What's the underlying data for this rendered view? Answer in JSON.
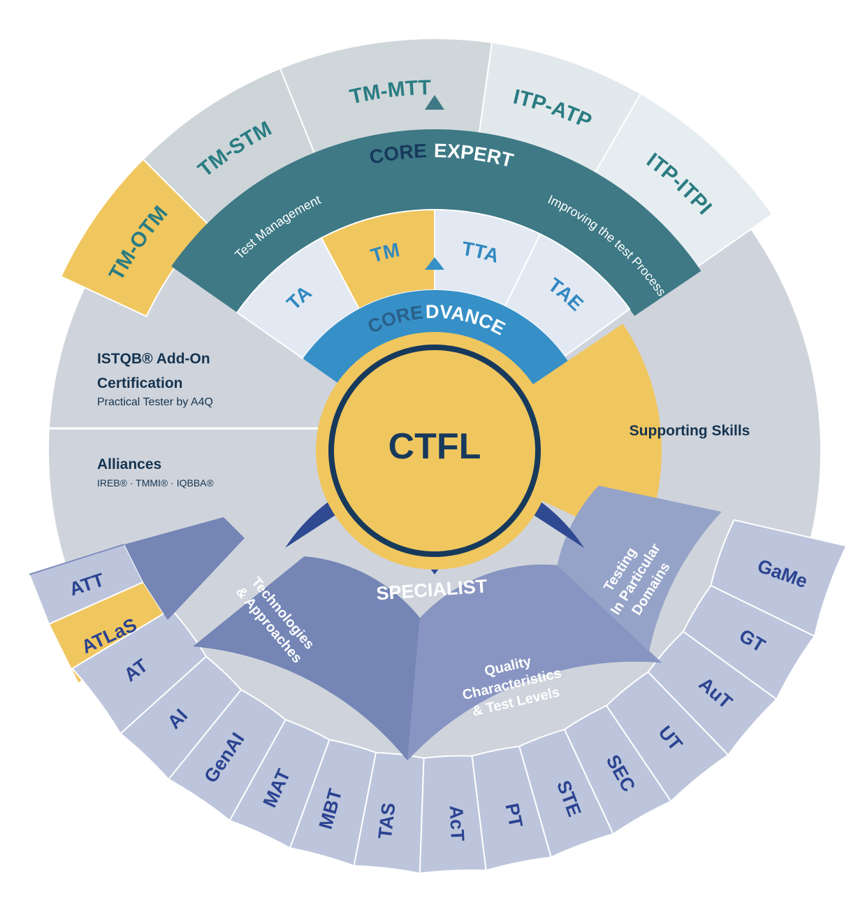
{
  "center": {
    "label": "CTFL"
  },
  "core_advanced": {
    "word_core": "CORE",
    "word_level": "ADVANCED",
    "modules": [
      {
        "key": "TA",
        "label": "TA"
      },
      {
        "key": "TM",
        "label": "TM"
      },
      {
        "key": "TTA",
        "label": "TTA"
      },
      {
        "key": "TAE",
        "label": "TAE"
      }
    ]
  },
  "core_expert": {
    "word_core": "CORE",
    "word_level": "EXPERT",
    "areas": [
      {
        "key": "tm",
        "label": "Test Management"
      },
      {
        "key": "itp",
        "label": "Improving the test Process"
      }
    ],
    "modules": [
      {
        "key": "TM-OTM",
        "label": "TM-OTM"
      },
      {
        "key": "TM-STM",
        "label": "TM-STM"
      },
      {
        "key": "TM-MTT",
        "label": "TM-MTT"
      },
      {
        "key": "ITP-ATP",
        "label": "ITP-ATP"
      },
      {
        "key": "ITP-ITPI",
        "label": "ITP-ITPI"
      }
    ]
  },
  "supporting": {
    "label": "Supporting Skills"
  },
  "addon": {
    "title_line1": "ISTQB® Add-On",
    "title_line2": "Certification",
    "subtitle": "Practical Tester by A4Q"
  },
  "alliances": {
    "title": "Alliances",
    "subtitle": "IREB® · TMMI® · IQBBA®"
  },
  "specialist": {
    "label": "SPECIALIST",
    "categories": [
      {
        "key": "tech",
        "lines": [
          "Technologies",
          "& Approaches"
        ]
      },
      {
        "key": "qc",
        "lines": [
          "Quality",
          "Characteristics",
          "& Test Levels"
        ]
      },
      {
        "key": "dom",
        "lines": [
          "Testing",
          "In Particular",
          "Domains"
        ]
      }
    ],
    "modules": [
      {
        "key": "ATT",
        "label": "ATT"
      },
      {
        "key": "ATLaS",
        "label": "ATLaS"
      },
      {
        "key": "AT",
        "label": "AT"
      },
      {
        "key": "AI",
        "label": "AI"
      },
      {
        "key": "GenAI",
        "label": "GenAI"
      },
      {
        "key": "MAT",
        "label": "MAT"
      },
      {
        "key": "MBT",
        "label": "MBT"
      },
      {
        "key": "TAS",
        "label": "TAS"
      },
      {
        "key": "AcT",
        "label": "AcT"
      },
      {
        "key": "PT",
        "label": "PT"
      },
      {
        "key": "STE",
        "label": "STE"
      },
      {
        "key": "SEC",
        "label": "SEC"
      },
      {
        "key": "UT",
        "label": "UT"
      },
      {
        "key": "AuT",
        "label": "AuT"
      },
      {
        "key": "GT",
        "label": "GT"
      },
      {
        "key": "GaMe",
        "label": "GaMe"
      }
    ]
  },
  "colors": {
    "yellow": "#f0c65f",
    "navy": "#173a5c",
    "core_advanced_blue": "#3690c7",
    "core_expert_teal": "#3e7985",
    "teal_text": "#2a7c82",
    "advanced_module_bg": "#e3e9f2",
    "advanced_text": "#3188c0",
    "grey_panel": "#cfd4dc",
    "specialist_navy": "#2f4a92",
    "specialist_tech": "#7485b6",
    "specialist_qc": "#8895c2",
    "specialist_dom": "#95a3c8",
    "specialist_module_bg": "#bcc5db",
    "specialist_text": "#2b4391"
  }
}
